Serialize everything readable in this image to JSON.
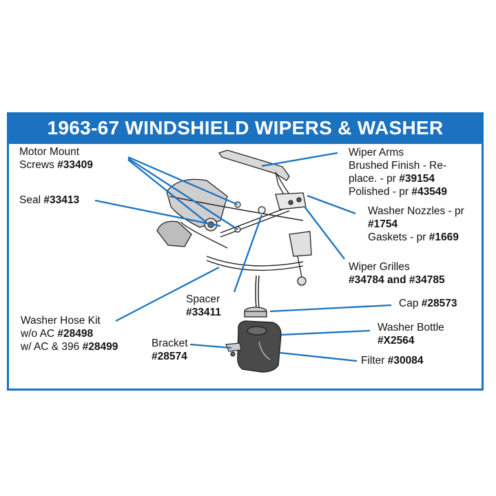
{
  "title": "1963-67 WINDSHIELD WIPERS & WASHER",
  "colors": {
    "accent": "#1a72c0",
    "leader": "#1a72c0",
    "ink": "#111111"
  },
  "callouts": {
    "motor_mount": {
      "line1": "Motor Mount",
      "line2_text": "Screws ",
      "line2_part": "#33409"
    },
    "seal": {
      "text": "Seal ",
      "part": "#33413"
    },
    "washer_hose": {
      "line1": "Washer Hose Kit",
      "line2_text": "w/o AC ",
      "line2_part": "#28498",
      "line3_text": "w/ AC & 396 ",
      "line3_part": "#28499"
    },
    "bracket": {
      "line1": "Bracket",
      "line2_part": "#28574"
    },
    "spacer": {
      "line1": "Spacer",
      "line2_part": "#33411"
    },
    "wiper_arms": {
      "line1": "Wiper Arms",
      "line2": "Brushed Finish - Re-",
      "line3_text": "place. - pr ",
      "line3_part": "#39154",
      "line4_text": "Polished - pr ",
      "line4_part": "#43549"
    },
    "washer_nozzles": {
      "line1": "Washer Nozzles - pr",
      "line2_part": "#1754",
      "line3_text": "Gaskets - pr ",
      "line3_part": "#1669"
    },
    "wiper_grilles": {
      "line1": "Wiper Grilles",
      "line2_part": "#34784 and #34785"
    },
    "cap": {
      "text": "Cap ",
      "part": "#28573"
    },
    "washer_bottle": {
      "line1": "Washer Bottle",
      "line2_part": "#X2564"
    },
    "filter": {
      "text": "Filter ",
      "part": "#30084"
    }
  }
}
